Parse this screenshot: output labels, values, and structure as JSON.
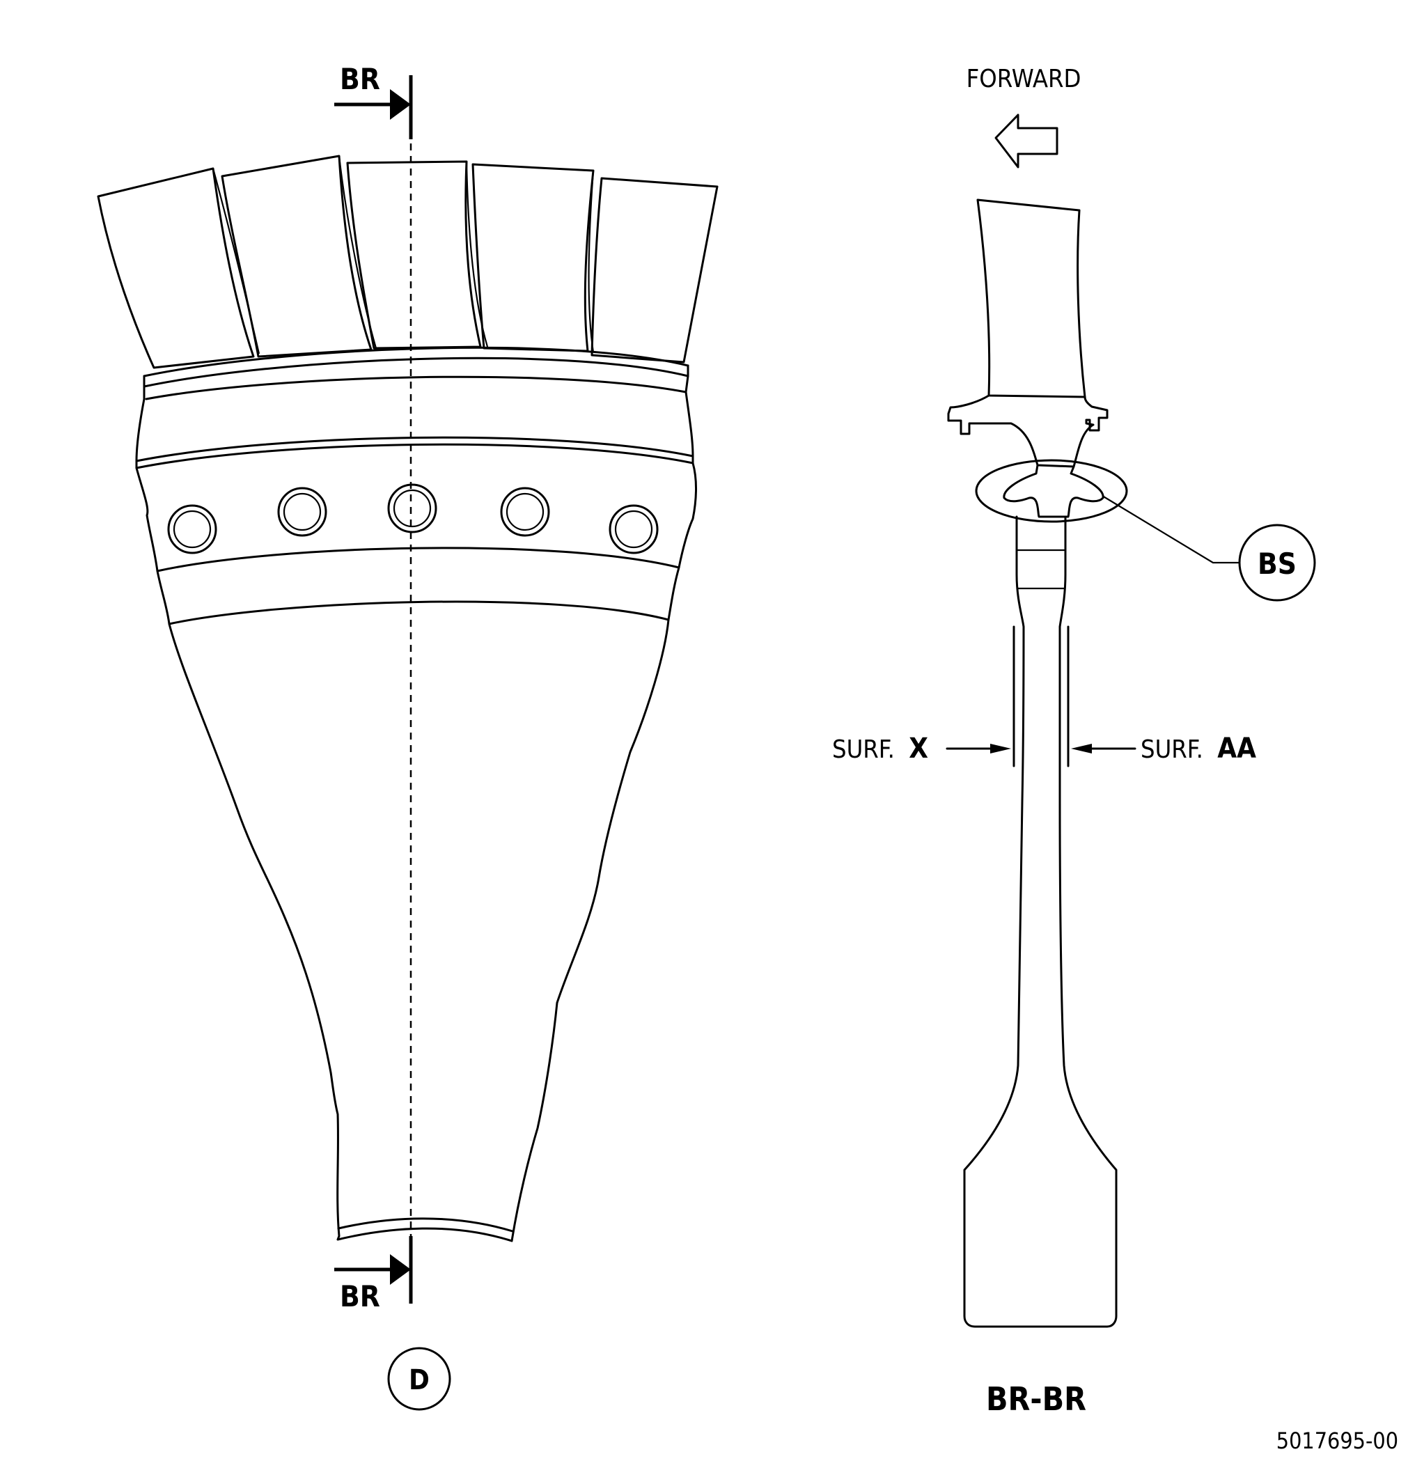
{
  "left_view": {
    "section_top_label": "BR",
    "section_bottom_label": "BR",
    "view_tag": "D"
  },
  "right_view": {
    "forward_label": "FORWARD",
    "detail_callout": "BS",
    "surf_left_prefix": "SURF.",
    "surf_left_id": "X",
    "surf_right_prefix": "SURF.",
    "surf_right_id": "AA",
    "section_title": "BR-BR"
  },
  "figure_number": "5017695-00"
}
